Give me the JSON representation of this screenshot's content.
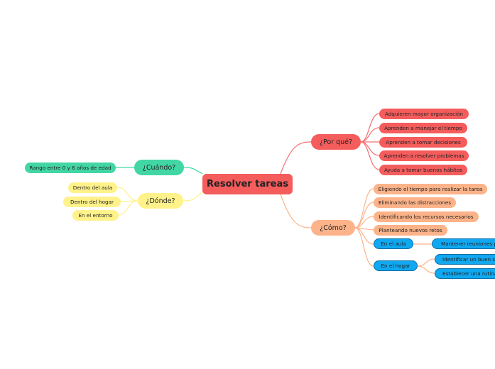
{
  "central": "Resolver tareas",
  "branches": {
    "por_que": {
      "label": "¿Por qué?",
      "items": [
        "Adquieren mayor organización",
        "Aprenden a manejar el tiempo",
        "Aprenden a tomar decisiones",
        "Aprenden a resolver problemas",
        "Ayuda a tomar buenos hábitos"
      ]
    },
    "como": {
      "label": "¿Cómo?",
      "items": [
        "Eligiendo el tiempo para realizar la tarea",
        "Eliminando las distracciones",
        "Identificando los recursos necesarios",
        "Planteando nuevos retos"
      ],
      "en_el_aula": {
        "label": "En el aula",
        "items": [
          "Mantener reuniones pe"
        ]
      },
      "en_el_hogar": {
        "label": "En el hogar",
        "items": [
          "Identificar un buen si",
          "Establecer una rutina"
        ]
      }
    },
    "cuando": {
      "label": "¿Cuándo?",
      "items": [
        "Rango entre 0 y 6 años de edad"
      ]
    },
    "donde": {
      "label": "¿Dónde?",
      "items": [
        "Dentro del aula",
        "Dentro del hogar",
        "En el entorno"
      ]
    }
  },
  "colors": {
    "por_que": "#f55c5c",
    "como": "#fdb389",
    "cuando": "#42d6a4",
    "donde": "#fff28a",
    "como_sub": "#10a8f0"
  }
}
